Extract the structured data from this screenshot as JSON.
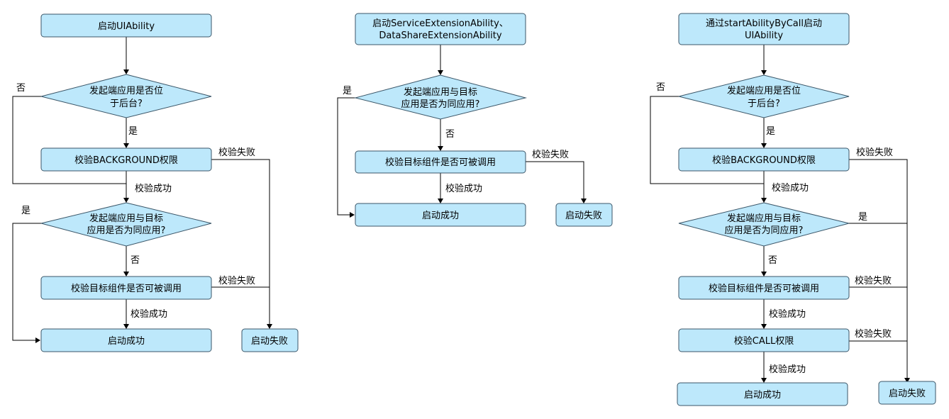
{
  "colors": {
    "node_fill": "#bde8fb",
    "node_stroke": "#3b5668",
    "line": "#000000"
  },
  "flow1": {
    "start": "启动UIAbility",
    "q_background": [
      "发起端应用是否位",
      "于后台?"
    ],
    "no": "否",
    "yes": "是",
    "check_background": "校验BACKGROUND权限",
    "fail_1": "校验失败",
    "success_1": "校验成功",
    "q_same_app": [
      "发起端应用与目标",
      "应用是否为同应用?"
    ],
    "yes_2": "是",
    "no_2": "否",
    "check_callable": "校验目标组件是否可被调用",
    "fail_2": "校验失败",
    "success_2": "校验成功",
    "start_success": "启动成功",
    "start_fail": "启动失败"
  },
  "flow2": {
    "start": [
      "启动ServiceExtensionAbility、",
      "DataShareExtensionAbility"
    ],
    "q_same_app": [
      "发起端应用与目标",
      "应用是否为同应用?"
    ],
    "yes": "是",
    "no": "否",
    "check_callable": "校验目标组件是否可被调用",
    "fail": "校验失败",
    "success": "校验成功",
    "start_success": "启动成功",
    "start_fail": "启动失败"
  },
  "flow3": {
    "start": [
      "通过startAbilityByCall启动",
      "UIAbility"
    ],
    "q_background": [
      "发起端应用是否位",
      "于后台?"
    ],
    "no": "否",
    "yes": "是",
    "check_background": "校验BACKGROUND权限",
    "fail_1": "校验失败",
    "success_1": "校验成功",
    "q_same_app": [
      "发起端应用与目标",
      "应用是否为同应用?"
    ],
    "yes_2": "是",
    "no_2": "否",
    "check_callable": "校验目标组件是否可被调用",
    "fail_2": "校验失败",
    "success_2": "校验成功",
    "check_call": "校验CALL权限",
    "fail_3": "校验失败",
    "success_3": "校验成功",
    "start_success": "启动成功",
    "start_fail": "启动失败"
  }
}
